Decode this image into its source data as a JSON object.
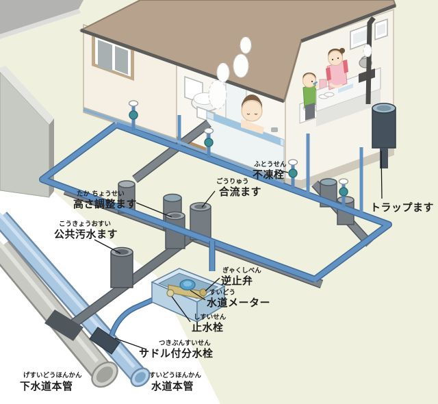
{
  "diagram": {
    "description": "Cutaway illustration of household water supply and sewer piping between a house and the street mains",
    "labels": [
      {
        "id": "height-adjust-basin",
        "furigana": "たか ちょうせい",
        "text": "高さ調整ます"
      },
      {
        "id": "public-sewage-basin",
        "furigana": "こうきょうおすい",
        "text": "公共汚水ます"
      },
      {
        "id": "confluence-basin",
        "furigana": "ごうりゅう",
        "text": "合流ます"
      },
      {
        "id": "frost-proof-valve",
        "furigana": "ふとうせん",
        "text": "不凍栓"
      },
      {
        "id": "trap-basin",
        "furigana": "",
        "text": "トラップます"
      },
      {
        "id": "check-valve",
        "furigana": "ぎゃくしべん",
        "text": "逆止弁"
      },
      {
        "id": "water-meter",
        "furigana": "すいどう",
        "text": "水道メーター"
      },
      {
        "id": "stop-valve",
        "furigana": "しすいせん",
        "text": "止水栓"
      },
      {
        "id": "saddle-branch-valve",
        "furigana": "つきぶんすいせん",
        "text": "サドル付分水栓"
      },
      {
        "id": "sewer-main",
        "furigana": "げすいどうほんかん",
        "text": "下水道本管"
      },
      {
        "id": "water-main",
        "furigana": "すいどうほんかん",
        "text": "水道本管"
      }
    ],
    "palette": {
      "ground": "#f0f0de",
      "underground": "#ffffff",
      "roof": "#b7a28d",
      "house_wall": "#f5f0e3",
      "water_pipe": "#6292c2",
      "water_pipe_outline": "#3f6b99",
      "drain_pipe": "#7e858b",
      "drain_pipe_outline": "#4e555b",
      "water_main_pipe": "#abc8e2",
      "sewer_main_pipe": "#c9c9c3",
      "meter_body": "#cdbd7e",
      "valve_body": "#3e8e96",
      "bath_water": "#9fc6e0",
      "text": "#1d1d1d"
    }
  }
}
